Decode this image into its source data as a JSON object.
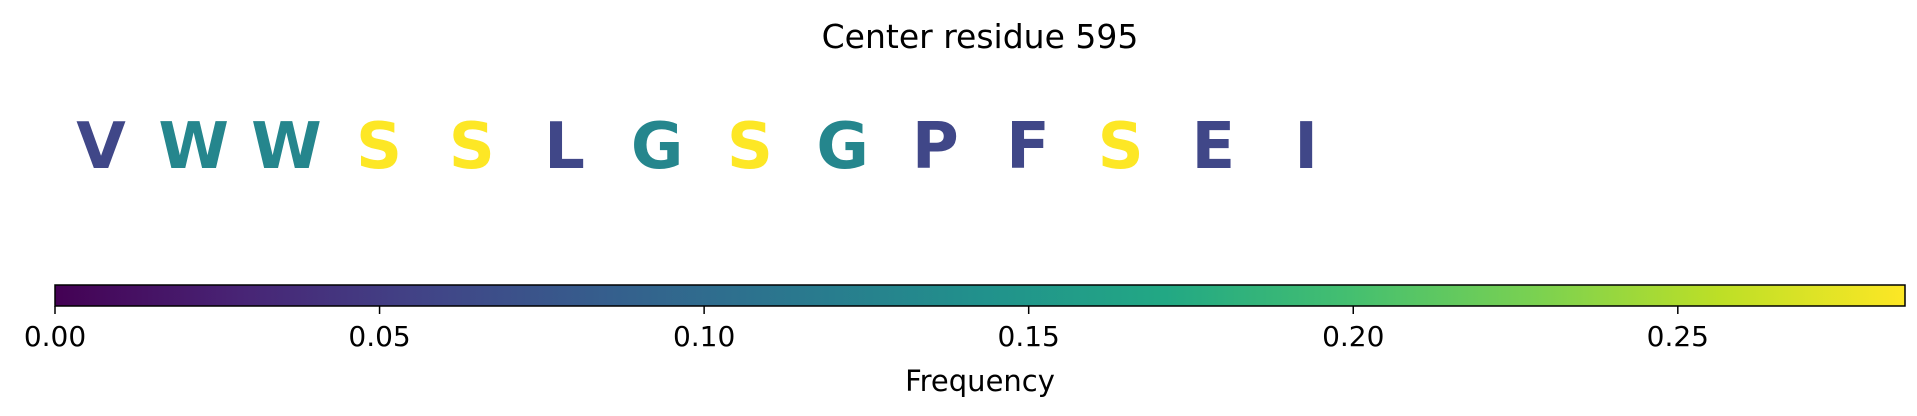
{
  "chart_data": {
    "type": "heatmap",
    "title": "Center residue 595",
    "residues": [
      {
        "letter": "V",
        "frequency": 0.06
      },
      {
        "letter": "W",
        "frequency": 0.13
      },
      {
        "letter": "W",
        "frequency": 0.13
      },
      {
        "letter": "S",
        "frequency": 0.285
      },
      {
        "letter": "S",
        "frequency": 0.285
      },
      {
        "letter": "L",
        "frequency": 0.06
      },
      {
        "letter": "G",
        "frequency": 0.13
      },
      {
        "letter": "S",
        "frequency": 0.285
      },
      {
        "letter": "G",
        "frequency": 0.13
      },
      {
        "letter": "P",
        "frequency": 0.06
      },
      {
        "letter": "F",
        "frequency": 0.06
      },
      {
        "letter": "S",
        "frequency": 0.285
      },
      {
        "letter": "E",
        "frequency": 0.06
      },
      {
        "letter": "I",
        "frequency": 0.06
      }
    ],
    "colorbar": {
      "label": "Frequency",
      "colormap": "viridis",
      "range": [
        0,
        0.285
      ],
      "ticks": [
        0.0,
        0.05,
        0.1,
        0.15,
        0.2,
        0.25
      ],
      "tick_labels": [
        "0.00",
        "0.05",
        "0.10",
        "0.15",
        "0.20",
        "0.25"
      ]
    }
  }
}
